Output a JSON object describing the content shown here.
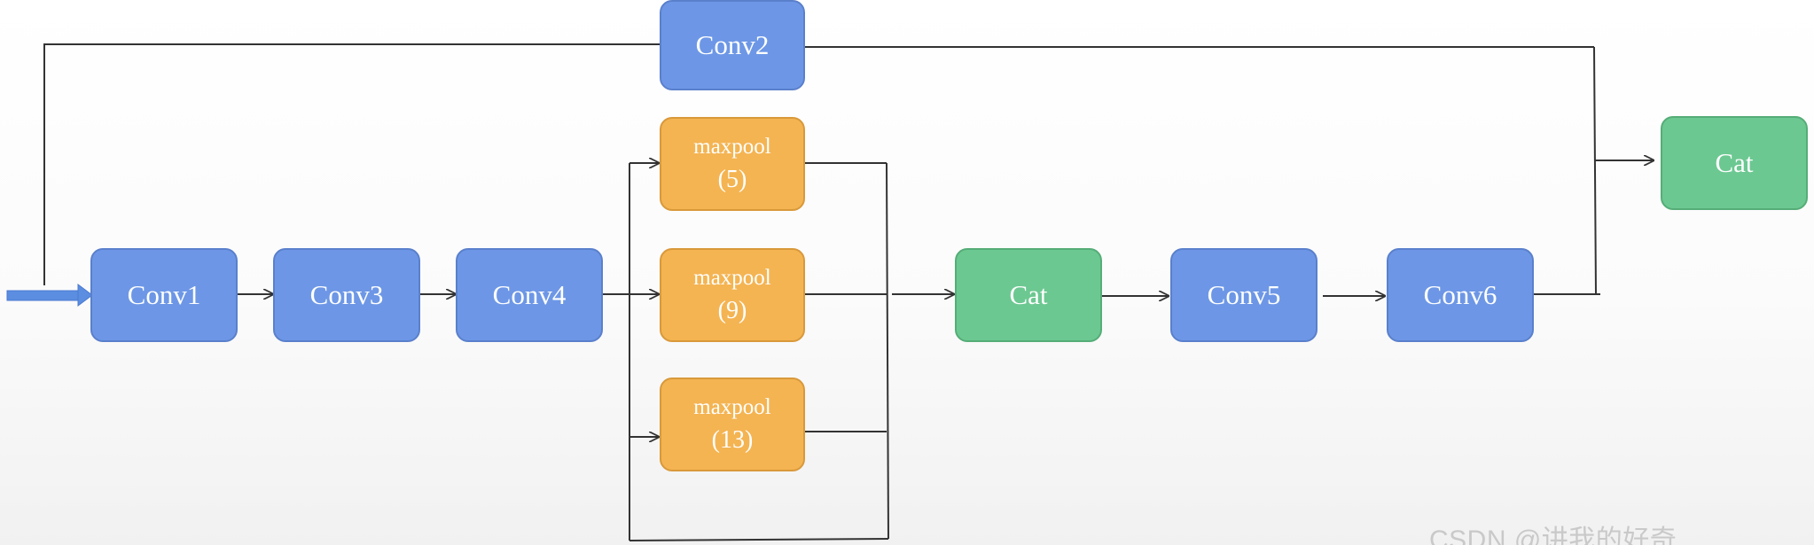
{
  "nodes": {
    "conv1": "Conv1",
    "conv2": "Conv2",
    "conv3": "Conv3",
    "conv4": "Conv4",
    "conv5": "Conv5",
    "conv6": "Conv6",
    "maxpool5": {
      "label": "maxpool",
      "sub": "(5)"
    },
    "maxpool9": {
      "label": "maxpool",
      "sub": "(9)"
    },
    "maxpool13": {
      "label": "maxpool",
      "sub": "(13)"
    },
    "cat_mid": "Cat",
    "cat_out": "Cat"
  },
  "watermark": "CSDN @讲我的好奇",
  "colors": {
    "conv": "#6d97e6",
    "maxpool": "#f4b452",
    "cat": "#6cc891",
    "line": "#333333",
    "input_arrow": "#5b8de0"
  }
}
